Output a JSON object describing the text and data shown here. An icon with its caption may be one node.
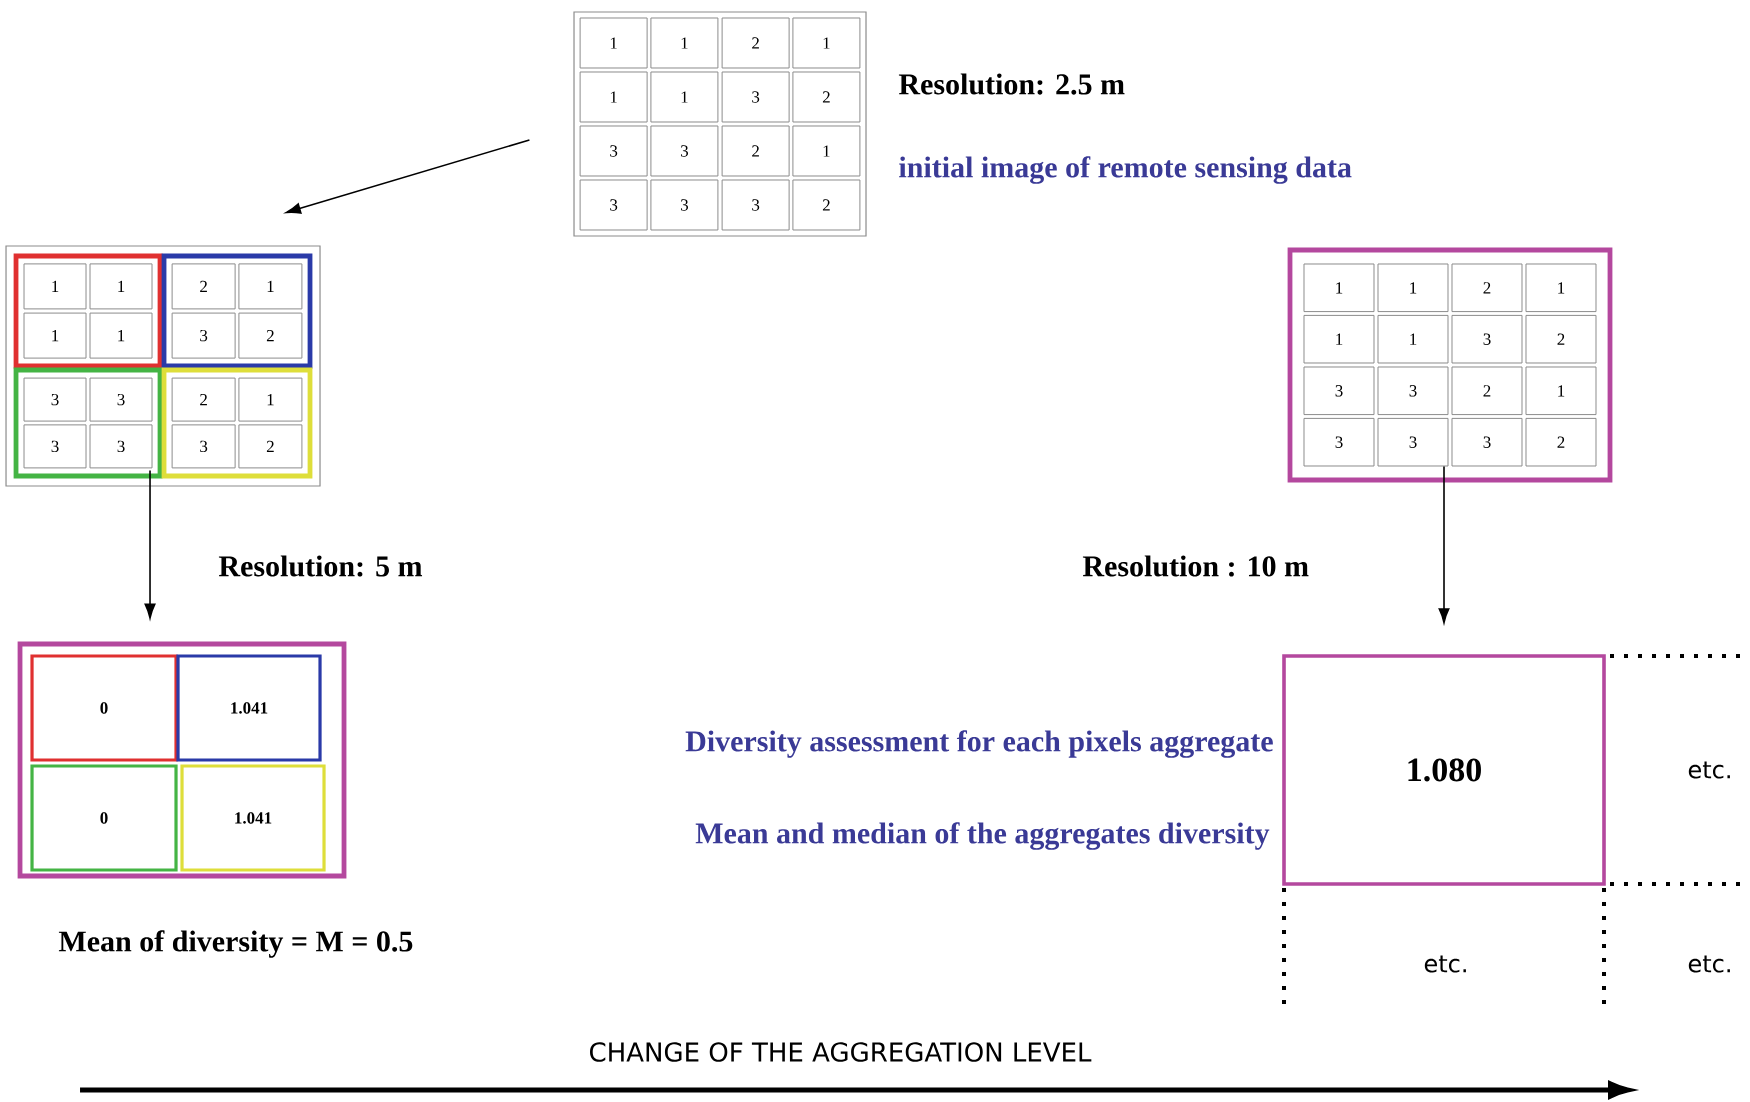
{
  "diagram": {
    "nodes": [
      {
        "text": [
          "1",
          "1",
          "2",
          "1",
          "1",
          "1",
          "3",
          "2",
          "3",
          "3",
          "2",
          "1",
          "3",
          "3",
          "3",
          "2"
        ]
      },
      {
        "text": [],
        "shape": "box"
      },
      {
        "text": [
          "1",
          "1",
          "1",
          "1"
        ],
        "in": 1
      },
      {
        "text": [
          "2",
          "1",
          "3",
          "2"
        ],
        "in": 1
      },
      {
        "text": [
          "3",
          "3",
          "3",
          "3"
        ],
        "in": 1
      },
      {
        "text": [
          "2",
          "1",
          "3",
          "2"
        ],
        "in": 1
      },
      {
        "text": [
          "1",
          "1",
          "2",
          "1",
          "1",
          "1",
          "3",
          "2",
          "3",
          "3",
          "2",
          "1",
          "3",
          "3",
          "3",
          "2"
        ]
      },
      {
        "text": [],
        "shape": "box"
      },
      {
        "text": [
          "0"
        ],
        "in": 7
      },
      {
        "text": [
          "1.041"
        ],
        "in": 7
      },
      {
        "text": [
          "0"
        ],
        "in": 7
      },
      {
        "text": [
          "1.041"
        ],
        "in": 7
      },
      {
        "text": [
          "1.080"
        ]
      }
    ],
    "edges": [
      {
        "from": 0,
        "to": 1,
        "arrow": "to"
      },
      {
        "from": 1,
        "to": 7,
        "arrow": "to"
      },
      {
        "from": 6,
        "to": 12,
        "arrow": "to"
      }
    ],
    "labels": [
      "Resolution: 2.5 m",
      "initial image of remote sensing data",
      "Resolution: 5 m",
      "Resolution : 10 m",
      "Diversity assessment for each pixels aggregate",
      "Mean and median of the aggregates diversity",
      "etc.",
      "Mean of diversity = M = 0.5",
      "etc.",
      "etc.",
      "CHANGE OF THE AGGREGATION LEVEL"
    ]
  }
}
